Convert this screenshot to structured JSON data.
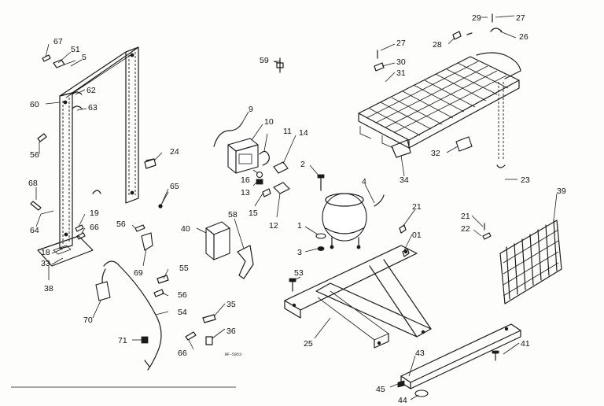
{
  "callouts": [
    {
      "id": "c67",
      "text": "67"
    },
    {
      "id": "c51",
      "text": "51"
    },
    {
      "id": "c5",
      "text": "5"
    },
    {
      "id": "c62",
      "text": "62"
    },
    {
      "id": "c63",
      "text": "63"
    },
    {
      "id": "c60",
      "text": "60"
    },
    {
      "id": "c56a",
      "text": "56"
    },
    {
      "id": "c24",
      "text": "24"
    },
    {
      "id": "c65",
      "text": "65"
    },
    {
      "id": "c68",
      "text": "68"
    },
    {
      "id": "c64",
      "text": "64"
    },
    {
      "id": "c19",
      "text": "19"
    },
    {
      "id": "c66a",
      "text": "66"
    },
    {
      "id": "c18",
      "text": "18"
    },
    {
      "id": "c33",
      "text": "33"
    },
    {
      "id": "c38",
      "text": "38"
    },
    {
      "id": "c59",
      "text": "59"
    },
    {
      "id": "c9",
      "text": "9"
    },
    {
      "id": "c10",
      "text": "10"
    },
    {
      "id": "c11",
      "text": "11"
    },
    {
      "id": "c14",
      "text": "14"
    },
    {
      "id": "c16",
      "text": "16"
    },
    {
      "id": "c13",
      "text": "13"
    },
    {
      "id": "c2",
      "text": "2"
    },
    {
      "id": "c15",
      "text": "15"
    },
    {
      "id": "c12",
      "text": "12"
    },
    {
      "id": "c4",
      "text": "4"
    },
    {
      "id": "c40",
      "text": "40"
    },
    {
      "id": "c58",
      "text": "58"
    },
    {
      "id": "c56b",
      "text": "56"
    },
    {
      "id": "c69",
      "text": "69"
    },
    {
      "id": "c55",
      "text": "55"
    },
    {
      "id": "c56c",
      "text": "56"
    },
    {
      "id": "c70",
      "text": "70"
    },
    {
      "id": "c54",
      "text": "54"
    },
    {
      "id": "c35",
      "text": "35"
    },
    {
      "id": "c36",
      "text": "36"
    },
    {
      "id": "c66b",
      "text": "66"
    },
    {
      "id": "c71",
      "text": "71"
    },
    {
      "id": "c1",
      "text": "1"
    },
    {
      "id": "c3",
      "text": "3"
    },
    {
      "id": "c53",
      "text": "53"
    },
    {
      "id": "c21a",
      "text": "21"
    },
    {
      "id": "c01",
      "text": "01"
    },
    {
      "id": "c25",
      "text": "25"
    },
    {
      "id": "c27a",
      "text": "27"
    },
    {
      "id": "c30",
      "text": "30"
    },
    {
      "id": "c31",
      "text": "31"
    },
    {
      "id": "c29",
      "text": "29"
    },
    {
      "id": "c27b",
      "text": "27"
    },
    {
      "id": "c28",
      "text": "28"
    },
    {
      "id": "c26",
      "text": "26"
    },
    {
      "id": "c32",
      "text": "32"
    },
    {
      "id": "c34",
      "text": "34"
    },
    {
      "id": "c23",
      "text": "23"
    },
    {
      "id": "c39",
      "text": "39"
    },
    {
      "id": "c21b",
      "text": "21"
    },
    {
      "id": "c22",
      "text": "22"
    },
    {
      "id": "c41",
      "text": "41"
    },
    {
      "id": "c43",
      "text": "43"
    },
    {
      "id": "c45",
      "text": "45"
    },
    {
      "id": "c44",
      "text": "44"
    }
  ],
  "drawing_code": "RF-5953"
}
